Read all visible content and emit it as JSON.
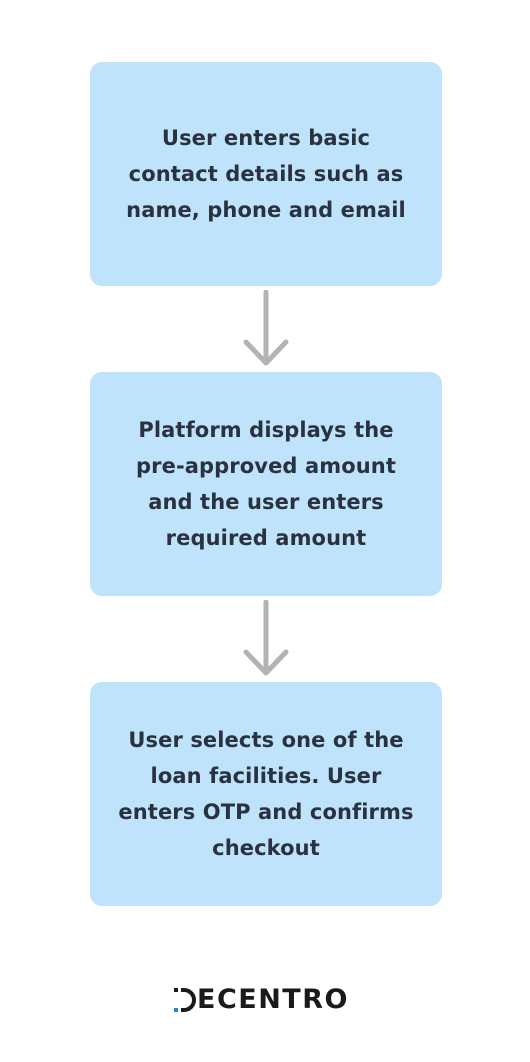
{
  "steps": [
    {
      "text": "User enters basic contact details such as name, phone and email"
    },
    {
      "text": "Platform displays the pre-approved amount and the user enters required amount"
    },
    {
      "text": "User selects one of the loan facilities. User enters OTP and confirms checkout"
    }
  ],
  "logo": {
    "text": "ECENTRO",
    "accent_color": "#1e88e5"
  },
  "colors": {
    "box_fill": "#bee3fb",
    "arrow": "#b3b3b3",
    "text": "#2a3240"
  }
}
